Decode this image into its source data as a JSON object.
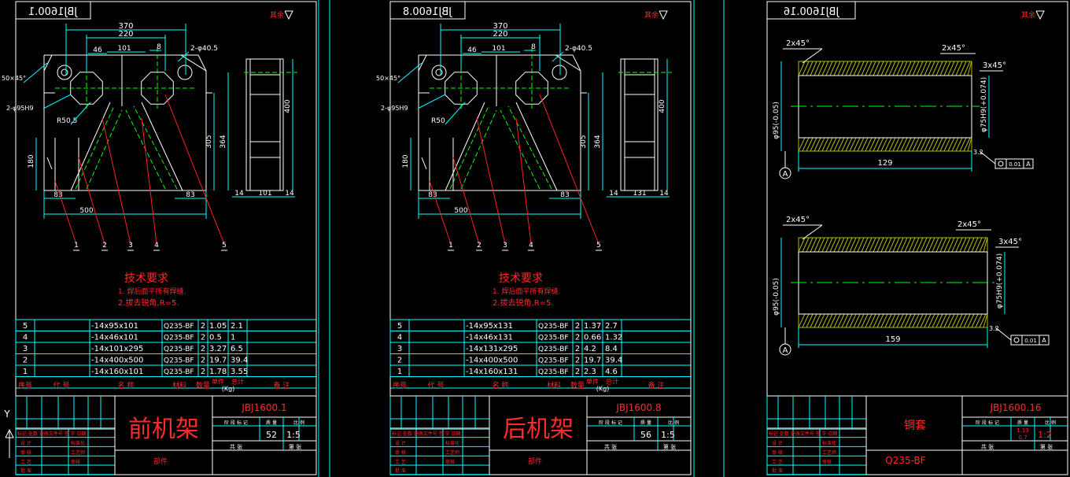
{
  "colors": {
    "background": "#000000",
    "frame": "#ffffff",
    "dimension": "#00ffff",
    "title_text": "#ff2a2a",
    "centerline": "#00ff00",
    "hatch": "#b9b900",
    "leader": "#ff2020"
  },
  "sheets": [
    {
      "code_mirrored": "JBJ1600.1",
      "roughness_note": "其余",
      "dims": {
        "top_370": "370",
        "top_220": "220",
        "d46": "46",
        "d101": "101",
        "slot": "8",
        "hole": "2-φ40.5",
        "chamfer": "50×45°",
        "bore": "2-φ95H9",
        "radius": "R50.5",
        "h305": "305",
        "h364": "364",
        "h400": "400",
        "h180": "180",
        "b83a": "83",
        "b83b": "83",
        "b500": "500",
        "side_14a": "14",
        "side_w": "101",
        "side_14b": "14"
      },
      "balloons": [
        "1",
        "2",
        "3",
        "4",
        "5"
      ],
      "tech_title": "技术要求",
      "tech_notes": [
        "1. 焊后面平所有焊缝.",
        "2.拔去锐角,R=5."
      ],
      "bom": [
        {
          "no": "5",
          "spec": "-14x95x101",
          "mat": "Q235-BF",
          "qty": "2",
          "unit": "1.05",
          "total": "2.1"
        },
        {
          "no": "4",
          "spec": "-14x46x101",
          "mat": "Q235-BF",
          "qty": "2",
          "unit": "0.5",
          "total": "1"
        },
        {
          "no": "3",
          "spec": "-14x101x295",
          "mat": "Q235-BF",
          "qty": "2",
          "unit": "3.27",
          "total": "6.5"
        },
        {
          "no": "2",
          "spec": "-14x400x500",
          "mat": "Q235-BF",
          "qty": "2",
          "unit": "19.7",
          "total": "39.4"
        },
        {
          "no": "1",
          "spec": "-14x160x101",
          "mat": "Q235-BF",
          "qty": "2",
          "unit": "1.78",
          "total": "3.55"
        }
      ],
      "bom_header": {
        "no": "序号",
        "code": "代 号",
        "name": "名 称",
        "mat": "材料",
        "qty": "数量",
        "unit": "单件",
        "total": "总计",
        "kg": "(Kg)",
        "note": "备 注"
      },
      "title_name": "前机架",
      "title_sub": "部件",
      "title_code": "JBJ1600.1",
      "mass": "52",
      "scale": "1:5",
      "tb_headers": {
        "stage": "阶 段 标 记",
        "mass": "质 量",
        "scale": "比 例",
        "sheets": "共 张",
        "sheet": "第 张"
      },
      "tb_left": {
        "r1": "标记 处数 更改文件号 签 字 日期",
        "design": "设 计",
        "check": "审 核",
        "process": "工 艺",
        "approve": "批 准",
        "std": "标准化",
        "proc2": "工艺师",
        "tech": "审核"
      }
    },
    {
      "code_mirrored": "JBJ1600.8",
      "roughness_note": "其余",
      "dims": {
        "top_370": "370",
        "top_220": "220",
        "d46": "46",
        "d101": "101",
        "slot": "8",
        "hole": "2-φ40.5",
        "chamfer": "50×45°",
        "bore": "2-φ95H9",
        "radius": "R50",
        "h305": "305",
        "h364": "364",
        "h400": "400",
        "h180": "180",
        "b83a": "83",
        "b83b": "83",
        "b500": "500",
        "side_14a": "14",
        "side_w": "131",
        "side_14b": "14"
      },
      "balloons": [
        "1",
        "2",
        "3",
        "4",
        "5"
      ],
      "tech_title": "技术要求",
      "tech_notes": [
        "1. 焊后面平所有焊缝.",
        "2.拔去锐角,R=5."
      ],
      "bom": [
        {
          "no": "5",
          "spec": "-14x95x131",
          "mat": "Q235-BF",
          "qty": "2",
          "unit": "1.37",
          "total": "2.7"
        },
        {
          "no": "4",
          "spec": "-14x46x131",
          "mat": "Q235-BF",
          "qty": "2",
          "unit": "0.66",
          "total": "1.32"
        },
        {
          "no": "3",
          "spec": "-14x131x295",
          "mat": "Q235-BF",
          "qty": "2",
          "unit": "4.2",
          "total": "8.4"
        },
        {
          "no": "2",
          "spec": "-14x400x500",
          "mat": "Q235-BF",
          "qty": "2",
          "unit": "19.7",
          "total": "39.4"
        },
        {
          "no": "1",
          "spec": "-14x160x131",
          "mat": "Q235-BF",
          "qty": "2",
          "unit": "2.3",
          "total": "4.6"
        }
      ],
      "bom_header": {
        "no": "序号",
        "code": "代 号",
        "name": "名 称",
        "mat": "材料",
        "qty": "数量",
        "unit": "单件",
        "total": "总计",
        "kg": "(Kg)",
        "note": "备 注"
      },
      "title_name": "后机架",
      "title_sub": "部件",
      "title_code": "JBJ1600.8",
      "mass": "56",
      "scale": "1:5",
      "tb_headers": {
        "stage": "阶 段 标 记",
        "mass": "质 量",
        "scale": "比 例",
        "sheets": "共 张",
        "sheet": "第 张"
      },
      "tb_left": {
        "r1": "标记 处数 更改文件号 签 字 日期",
        "design": "设 计",
        "check": "审 核",
        "process": "工 艺",
        "approve": "批 准",
        "std": "标准化",
        "proc2": "工艺师",
        "tech": "审核"
      }
    },
    {
      "code_mirrored": "JBJ1600.16",
      "roughness_note": "其余",
      "parts": [
        {
          "chamfer_l": "2x45°",
          "chamfer_r": "2x45°",
          "chamfer_in": "3x45°",
          "od": "φ95(-0.05)",
          "id": "φ75H9(+0.074)",
          "len": "129",
          "gtol": "0.01",
          "datum": "A",
          "rough": "3.2"
        },
        {
          "chamfer_l": "2x45°",
          "chamfer_r": "2x45°",
          "chamfer_in": "3x45°",
          "od": "φ95(-0.05)",
          "id": "φ75H9(+0.074)",
          "len": "159",
          "gtol": "0.01",
          "datum": "A",
          "rough": "3.2"
        }
      ],
      "title_name": "铜套",
      "title_material": "Q235-BF",
      "title_code": "JBJ1600.16",
      "qty_lines": [
        "1.13",
        "0.7"
      ],
      "scale": "1:2",
      "tb_headers": {
        "stage": "阶 段 标 记",
        "mass": "质 量",
        "scale": "比 例",
        "sheets": "共 张",
        "sheet": "第 张"
      },
      "tb_left": {
        "r1": "标记 处数 更改文件号 签 字 日期",
        "design": "设 计",
        "check": "审 核",
        "process": "工 艺",
        "approve": "批 准",
        "std": "标准化",
        "proc2": "工艺师",
        "tech": "审核"
      }
    }
  ],
  "ucs": {
    "y": "Y"
  }
}
